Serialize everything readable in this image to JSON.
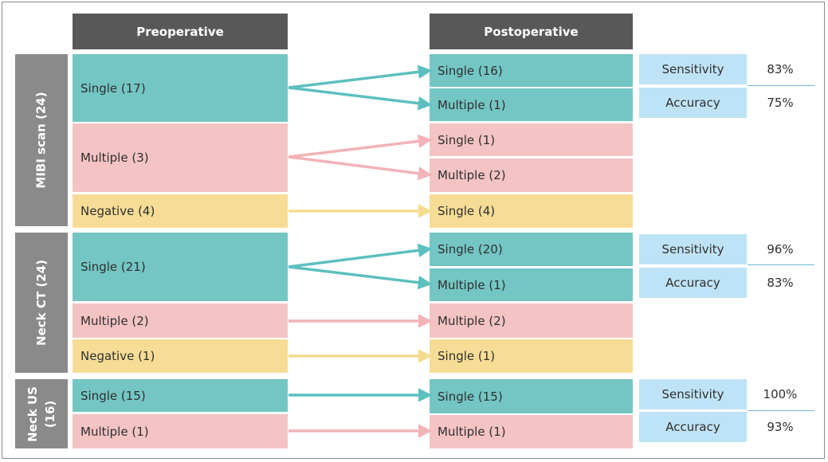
{
  "headers": {
    "pre": "Preoperative",
    "post": "Postoperative"
  },
  "groups": {
    "mibi": {
      "label": "MIBI scan (24)"
    },
    "neckct": {
      "label": "Neck CT (24)"
    },
    "neckus": {
      "line1": "Neck US",
      "line2": "(16)"
    }
  },
  "mibi": {
    "pre": {
      "single": "Single (17)",
      "multiple": "Multiple (3)",
      "negative": "Negative (4)"
    },
    "post": {
      "single1": "Single (16)",
      "multiple1": "Multiple (1)",
      "single2": "Single (1)",
      "multiple2": "Multiple (2)",
      "single3": "Single (4)"
    },
    "stats": {
      "sens_label": "Sensitivity",
      "sens_value": "83%",
      "acc_label": "Accuracy",
      "acc_value": "75%"
    }
  },
  "neckct": {
    "pre": {
      "single": "Single (21)",
      "multiple": "Multiple (2)",
      "negative": "Negative (1)"
    },
    "post": {
      "single1": "Single (20)",
      "multiple1": "Multiple (1)",
      "multiple2": "Multiple (2)",
      "single2": "Single (1)"
    },
    "stats": {
      "sens_label": "Sensitivity",
      "sens_value": "96%",
      "acc_label": "Accuracy",
      "acc_value": "83%"
    }
  },
  "neckus": {
    "pre": {
      "single": "Single (15)",
      "multiple": "Multiple (1)"
    },
    "post": {
      "single": "Single (15)",
      "multiple": "Multiple (1)"
    },
    "stats": {
      "sens_label": "Sensitivity",
      "sens_value": "100%",
      "acc_label": "Accuracy",
      "acc_value": "93%"
    }
  },
  "colors": {
    "single": "#73c6c3",
    "multiple": "#f4c3c3",
    "negative": "#f6dc95",
    "stat": "#bfe3f6",
    "header": "#585858",
    "group": "#8a8a8a",
    "arrow_single": "#5cbfc0",
    "arrow_multiple": "#f2b3b8",
    "arrow_negative": "#f3dc90"
  },
  "arrow_icons": [
    "arrow-single-icon",
    "arrow-multiple-icon",
    "arrow-negative-icon"
  ]
}
